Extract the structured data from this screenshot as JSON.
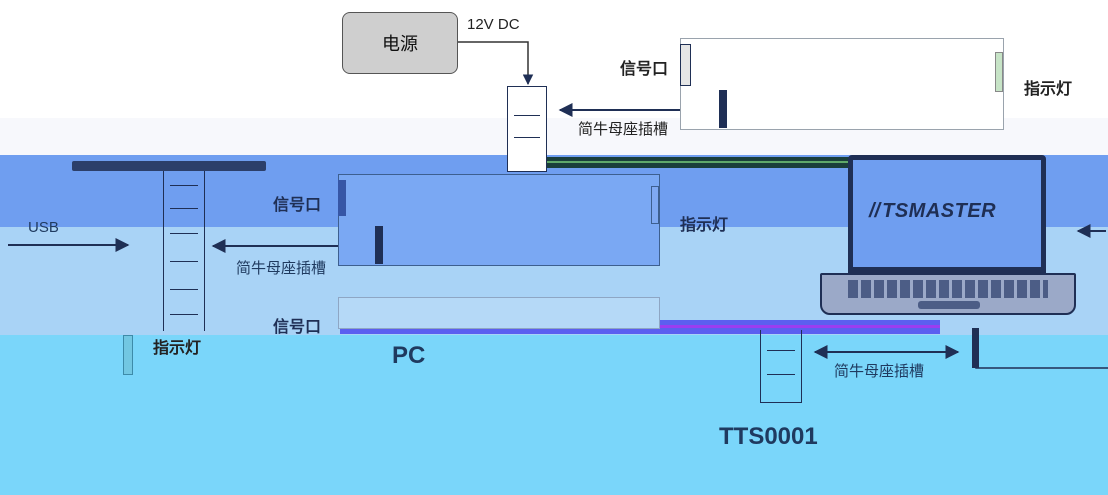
{
  "colors": {
    "band_top": "#f7f8fc",
    "band_mid": "#6f9ef0",
    "band_light": "#a9d3f6",
    "band_bottom": "#7ad6fa",
    "dark_line": "#1f2f55",
    "power_box": "#cfcfcf"
  },
  "power": {
    "label": "电源",
    "voltage": "12V DC"
  },
  "top_device": {
    "signal_label": "信号口",
    "indicator_label": "指示灯",
    "connector_label": "简牛母座插槽"
  },
  "mid_device": {
    "signal_label": "信号口",
    "indicator_label": "指示灯",
    "connector_label": "简牛母座插槽"
  },
  "lower_device": {
    "signal_label": "信号口"
  },
  "pc": {
    "usb_label": "USB",
    "indicator_label": "指示灯",
    "name": "PC"
  },
  "laptop": {
    "logo_text": "TSMASTER",
    "logo_mark": "//"
  },
  "tts": {
    "connector_label": "简牛母座插槽",
    "name": "TTS0001"
  }
}
